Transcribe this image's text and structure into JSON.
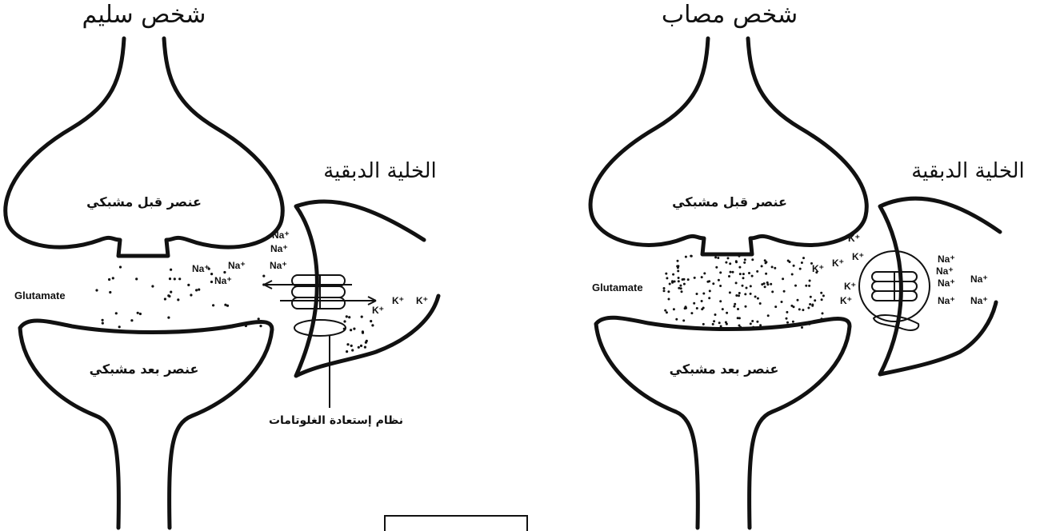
{
  "left": {
    "title": "شخص سليم",
    "glial_cell": "الخلية الدبقية",
    "presynaptic": "عنصر قبل مشبكي",
    "postsynaptic": "عنصر بعد مشبكي",
    "glutamate": "Glutamate",
    "reuptake_system": "نظام إستعادة الغلوتامات",
    "na_ions": [
      "Na⁺",
      "Na⁺",
      "Na⁺",
      "Na⁺",
      "Na⁺",
      "Na⁺"
    ],
    "k_ions": [
      "K⁺",
      "K⁺",
      "K⁺"
    ]
  },
  "right": {
    "title": "شخص مصاب",
    "glial_cell": "الخلية الدبقية",
    "presynaptic": "عنصر قبل مشبكي",
    "postsynaptic": "عنصر بعد مشبكي",
    "glutamate": "Glutamate",
    "k_ions": [
      "K⁺",
      "K⁺",
      "K⁺",
      "K⁺",
      "K⁺",
      "K⁺"
    ],
    "na_ions": [
      "Na⁺",
      "Na⁺",
      "Na⁺",
      "Na⁺",
      "Na⁺",
      "Na⁺"
    ]
  }
}
